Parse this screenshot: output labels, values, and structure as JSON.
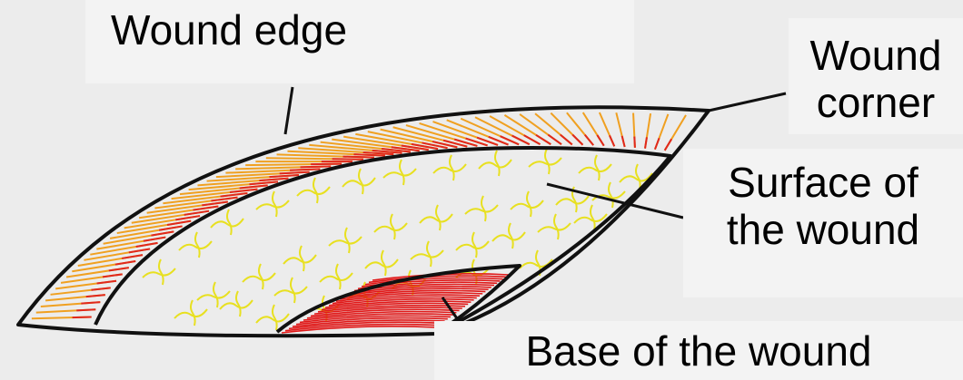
{
  "labels": {
    "wound_edge": "Wound edge",
    "wound_corner_line1": "Wound",
    "wound_corner_line2": "corner",
    "surface_line1": "Surface of",
    "surface_line2": "the wound",
    "base": "Base of the wound"
  },
  "colors": {
    "background": "#ececec",
    "label_box": "#f3f3f3",
    "outline": "#111111",
    "edge_orange": "#f0a020",
    "edge_red": "#e0281c",
    "surface_yellow": "#e8e020",
    "base_red": "#e01818"
  }
}
